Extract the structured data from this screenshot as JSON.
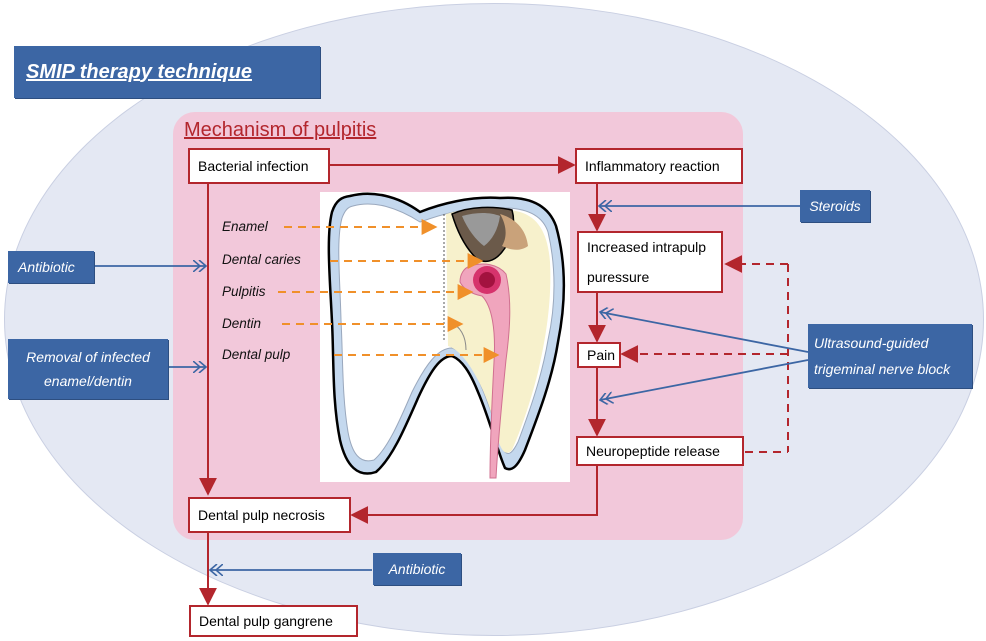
{
  "title": "SMIP therapy technique",
  "panel_title": "Mechanism of pulpitis",
  "boxes": {
    "bacterial_infection": "Bacterial infection",
    "inflammatory_reaction": "Inflammatory reaction",
    "increased_pressure_line1": "Increased intrapulp",
    "increased_pressure_line2": "puressure",
    "pain": "Pain",
    "neuropeptide_release": "Neuropeptide release",
    "dental_pulp_necrosis": "Dental pulp necrosis",
    "dental_pulp_gangrene": "Dental pulp gangrene"
  },
  "treatments": {
    "antibiotic_left": "Antibiotic",
    "removal_line1": "Removal of infected",
    "removal_line2": "enamel/dentin",
    "steroids": "Steroids",
    "nerve_block_line1": "Ultrasound-guided",
    "nerve_block_line2": "trigeminal nerve block",
    "antibiotic_bottom": "Antibiotic"
  },
  "tooth_labels": {
    "enamel": "Enamel",
    "dental_caries": "Dental caries",
    "pulpitis": "Pulpitis",
    "dentin": "Dentin",
    "dental_pulp": "Dental pulp"
  },
  "colors": {
    "treatment_blue": "#3c66a4",
    "pathway_red": "#b3262d",
    "label_orange": "#f0902a",
    "panel_pink": "#f2c8da",
    "oval_lavender": "#e4e8f3"
  }
}
